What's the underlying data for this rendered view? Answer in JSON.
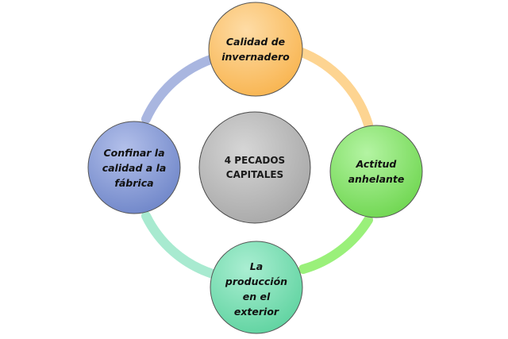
{
  "diagram": {
    "center": {
      "label": "4 PECADOS\nCAPITALES",
      "color": "#bfbfbf"
    },
    "nodes": [
      {
        "id": "top",
        "label": "Calidad de\ninvernadero",
        "color": "#fdc97a"
      },
      {
        "id": "right",
        "label": "Actitud\nanhelante",
        "color": "#8ee879"
      },
      {
        "id": "bottom",
        "label": "La\nproducción\nen el\nexterior",
        "color": "#7fe1b8"
      },
      {
        "id": "left",
        "label": "Confinar la\ncalidad a la\nfábrica",
        "color": "#8fa2d9"
      }
    ],
    "ring_colors": {
      "top_right": "#fdd491",
      "right_bottom": "#9af07a",
      "bottom_left": "#a8ead0",
      "left_top": "#a9b6e0"
    }
  }
}
